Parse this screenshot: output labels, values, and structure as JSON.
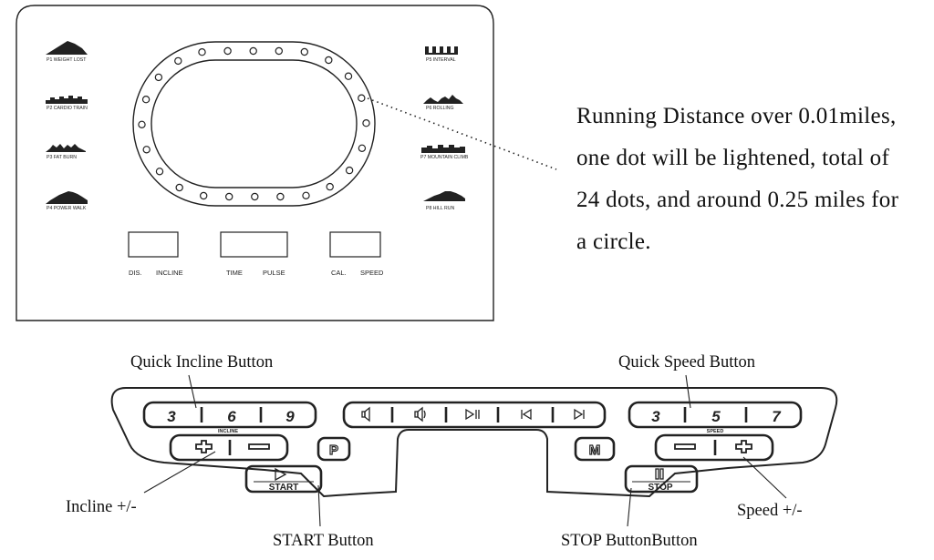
{
  "display": {
    "programs_left": [
      "P1 WEIGHT LOST",
      "P2 CARDIO TRAIN",
      "P3 FAT BURN",
      "P4 POWER WALK"
    ],
    "programs_right": [
      "P5 INTERVAL",
      "P6 ROLLING",
      "P7 MOUNTAIN CLIMB",
      "P8 HILL RUN"
    ],
    "window_labels": [
      [
        "DIS.",
        "INCLINE"
      ],
      [
        "TIME",
        "PULSE"
      ],
      [
        "CAL.",
        "SPEED"
      ]
    ]
  },
  "description": {
    "lines": [
      "Running Distance over 0.01miles,",
      "one dot will be lightened, total of",
      "24 dots, and around 0.25 miles for",
      "a circle."
    ]
  },
  "console": {
    "incline_quick": [
      "3",
      "6",
      "9"
    ],
    "incline_caption": "INCLINE",
    "speed_quick": [
      "3",
      "5",
      "7"
    ],
    "speed_caption": "SPEED",
    "incline_adjust": [
      "+",
      "−"
    ],
    "speed_adjust": [
      "−",
      "+"
    ],
    "program_button": "P",
    "mode_button": "M",
    "start_label": "START",
    "stop_label": "STOP",
    "media_icons": [
      "volume-down-icon",
      "volume-up-icon",
      "play-pause-icon",
      "previous-track-icon",
      "next-track-icon"
    ]
  },
  "callouts": {
    "quick_incline": "Quick Incline Button",
    "quick_speed": "Quick Speed Button",
    "incline_adjust": "Incline +/-",
    "speed_adjust": "Speed +/-",
    "start": "START Button",
    "stop": "STOP ButtonButton"
  }
}
